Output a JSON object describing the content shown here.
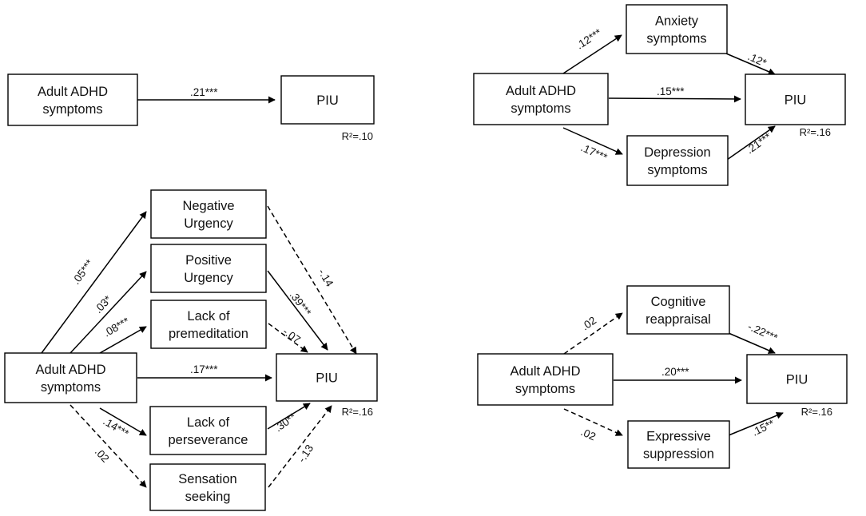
{
  "panels": [
    {
      "id": "a",
      "nodes": [
        {
          "id": "adhd",
          "lines": [
            "Adult ADHD",
            "symptoms"
          ]
        },
        {
          "id": "piu",
          "lines": [
            "PIU"
          ]
        }
      ],
      "edges": [
        {
          "from": "adhd",
          "to": "piu",
          "label": ".21***",
          "dashed": false
        }
      ],
      "r2": "R²=.10"
    },
    {
      "id": "b",
      "nodes": [
        {
          "id": "adhd",
          "lines": [
            "Adult ADHD",
            "symptoms"
          ]
        },
        {
          "id": "anx",
          "lines": [
            "Anxiety",
            "symptoms"
          ]
        },
        {
          "id": "dep",
          "lines": [
            "Depression",
            "symptoms"
          ]
        },
        {
          "id": "piu",
          "lines": [
            "PIU"
          ]
        }
      ],
      "edges": [
        {
          "from": "adhd",
          "to": "anx",
          "label": ".12***",
          "dashed": false
        },
        {
          "from": "anx",
          "to": "piu",
          "label": ".12*",
          "dashed": false
        },
        {
          "from": "adhd",
          "to": "piu",
          "label": ".15***",
          "dashed": false
        },
        {
          "from": "adhd",
          "to": "dep",
          "label": ".17***",
          "dashed": false
        },
        {
          "from": "dep",
          "to": "piu",
          "label": ".21***",
          "dashed": false
        }
      ],
      "r2": "R²=.16"
    },
    {
      "id": "c",
      "nodes": [
        {
          "id": "adhd",
          "lines": [
            "Adult ADHD",
            "symptoms"
          ]
        },
        {
          "id": "nu",
          "lines": [
            "Negative",
            "Urgency"
          ]
        },
        {
          "id": "pu",
          "lines": [
            "Positive",
            "Urgency"
          ]
        },
        {
          "id": "lpm",
          "lines": [
            "Lack of",
            "premeditation"
          ]
        },
        {
          "id": "lps",
          "lines": [
            "Lack of",
            "perseverance"
          ]
        },
        {
          "id": "ss",
          "lines": [
            "Sensation",
            "seeking"
          ]
        },
        {
          "id": "piu",
          "lines": [
            "PIU"
          ]
        }
      ],
      "edges": [
        {
          "from": "adhd",
          "to": "nu",
          "label": ".05***",
          "dashed": false
        },
        {
          "from": "adhd",
          "to": "pu",
          "label": ".03*",
          "dashed": false
        },
        {
          "from": "adhd",
          "to": "lpm",
          "label": ".08***",
          "dashed": false
        },
        {
          "from": "adhd",
          "to": "piu",
          "label": ".17***",
          "dashed": false
        },
        {
          "from": "adhd",
          "to": "lps",
          "label": ".14***",
          "dashed": false
        },
        {
          "from": "adhd",
          "to": "ss",
          "label": ".02",
          "dashed": true
        },
        {
          "from": "nu",
          "to": "piu",
          "label": "-.14",
          "dashed": true
        },
        {
          "from": "pu",
          "to": "piu",
          "label": ".39***",
          "dashed": false
        },
        {
          "from": "lpm",
          "to": "piu",
          "label": "-.07",
          "dashed": true
        },
        {
          "from": "lps",
          "to": "piu",
          "label": ".30**",
          "dashed": false
        },
        {
          "from": "ss",
          "to": "piu",
          "label": "-.13",
          "dashed": true
        }
      ],
      "r2": "R²=.16"
    },
    {
      "id": "d",
      "nodes": [
        {
          "id": "adhd",
          "lines": [
            "Adult ADHD",
            "symptoms"
          ]
        },
        {
          "id": "cr",
          "lines": [
            "Cognitive",
            "reappraisal"
          ]
        },
        {
          "id": "es",
          "lines": [
            "Expressive",
            "suppression"
          ]
        },
        {
          "id": "piu",
          "lines": [
            "PIU"
          ]
        }
      ],
      "edges": [
        {
          "from": "adhd",
          "to": "cr",
          "label": ".02",
          "dashed": true
        },
        {
          "from": "cr",
          "to": "piu",
          "label": "-.22***",
          "dashed": false
        },
        {
          "from": "adhd",
          "to": "piu",
          "label": ".20***",
          "dashed": false
        },
        {
          "from": "adhd",
          "to": "es",
          "label": ".02",
          "dashed": true
        },
        {
          "from": "es",
          "to": "piu",
          "label": ".15**",
          "dashed": false
        }
      ],
      "r2": "R²=.16"
    }
  ]
}
